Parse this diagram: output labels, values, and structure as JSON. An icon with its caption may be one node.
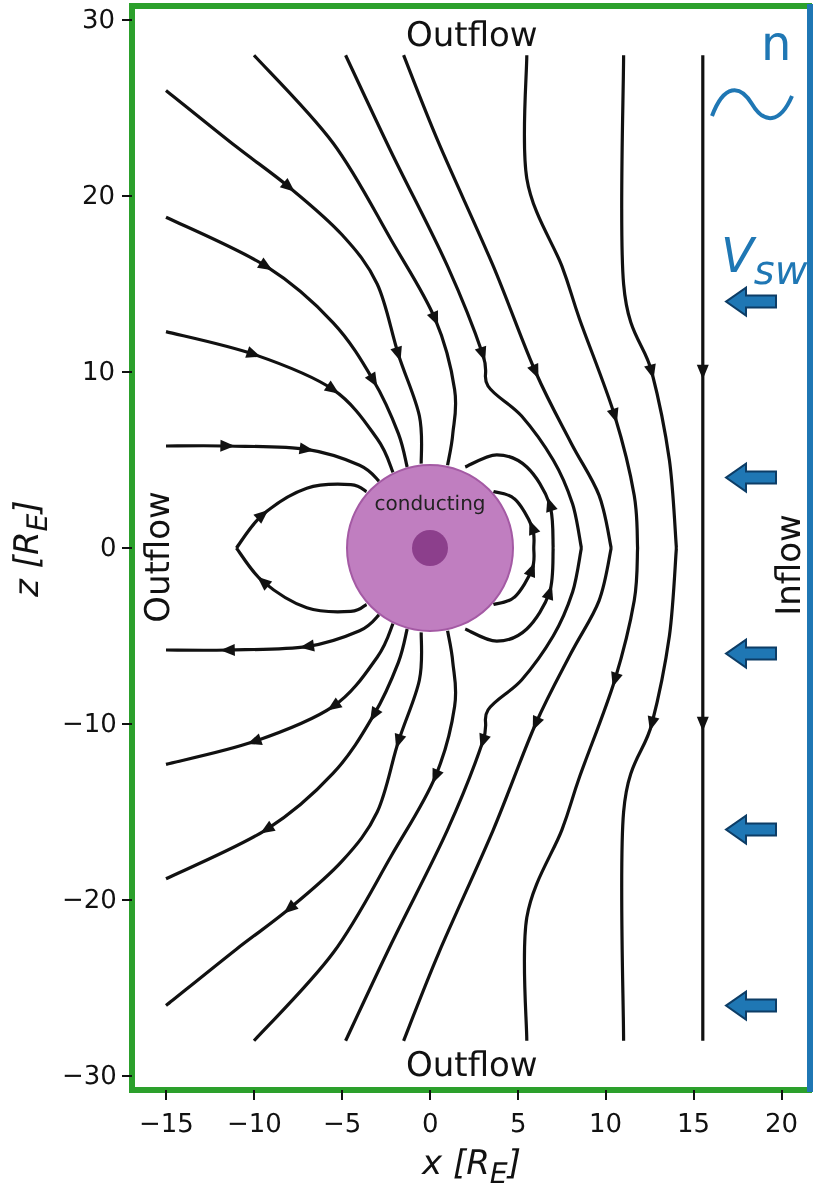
{
  "diagram": {
    "nodes": [
      {
        "text": [
          "conducting"
        ]
      }
    ],
    "labels": [
      "Outflow",
      "n",
      "V$_{sw}$",
      "Outflow",
      "Inflow",
      "Outflow",
      "30",
      "20",
      "10",
      "0",
      "−10",
      "−20",
      "−30",
      "z [R$_{E}$]",
      "−15",
      "−10",
      "−5",
      "0",
      "5",
      "10",
      "15",
      "20",
      "x [R$_{E}$]"
    ]
  }
}
